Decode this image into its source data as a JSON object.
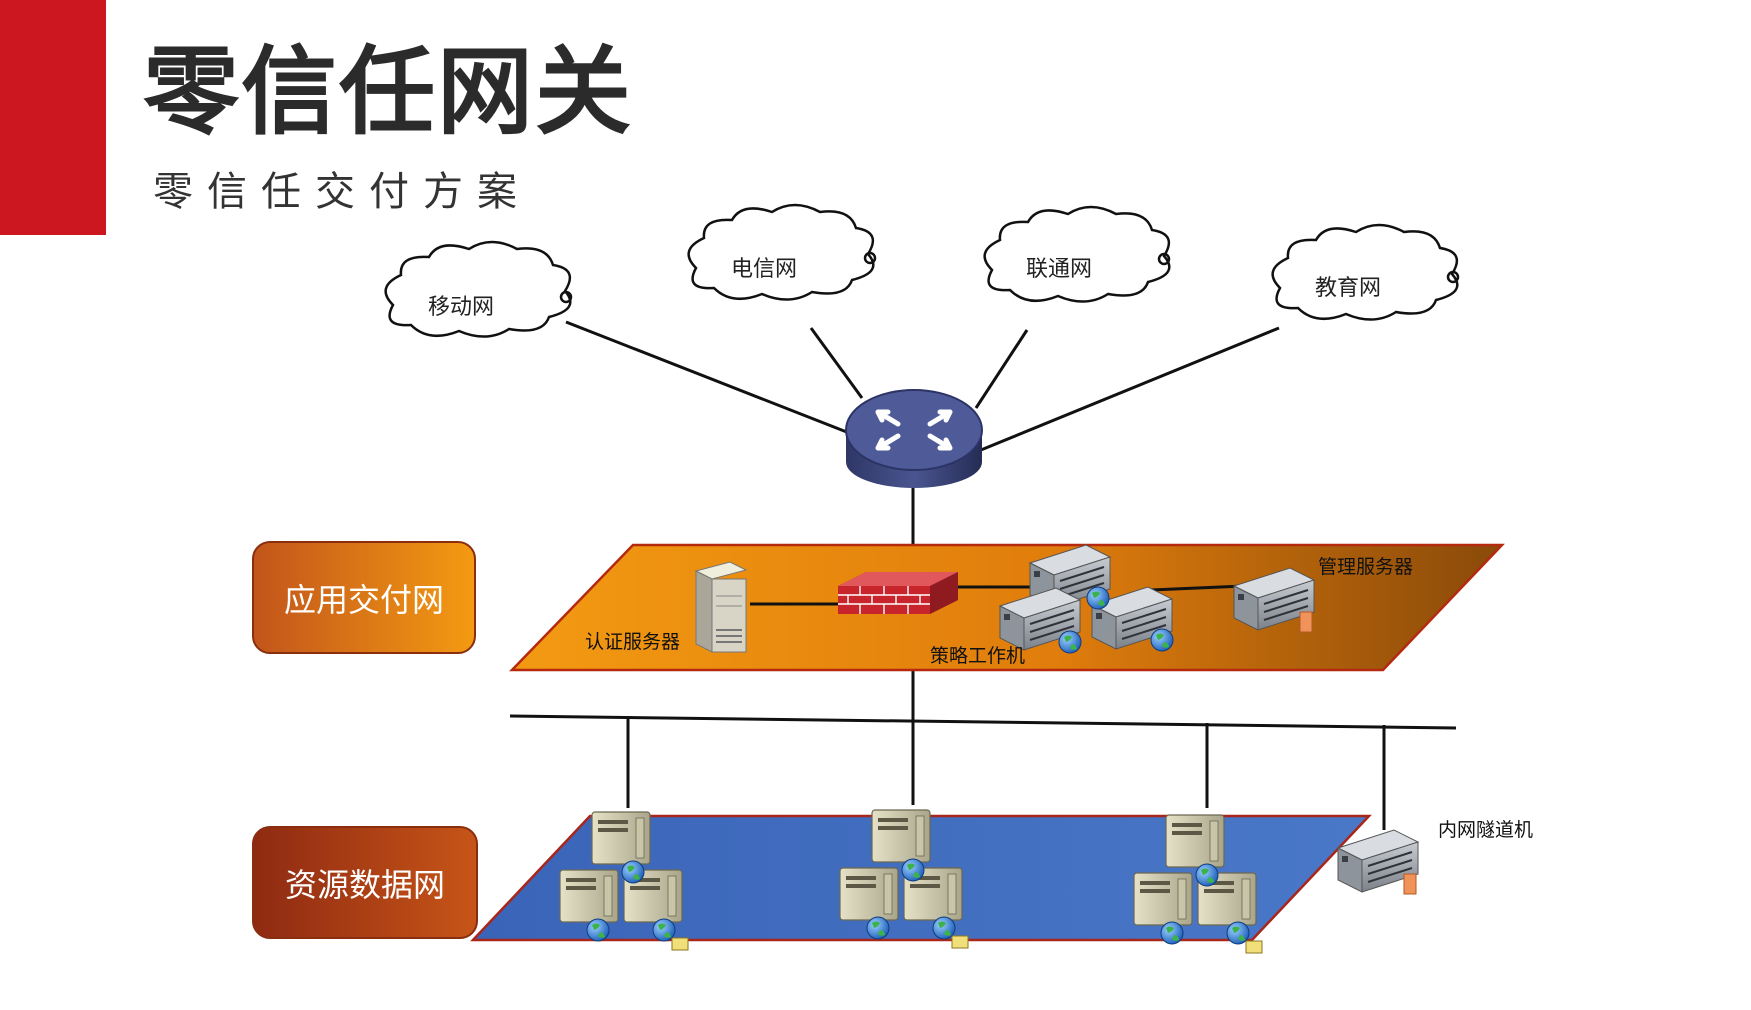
{
  "header": {
    "title": "零信任网关",
    "subtitle": "零信任交付方案"
  },
  "colors": {
    "accent": "#cc1720",
    "app_layer": "#ee8a10",
    "resource_layer": "#4472c4",
    "router": "#3e4a80"
  },
  "clouds": {
    "mobile": "移动网",
    "telecom": "电信网",
    "unicom": "联通网",
    "education": "教育网"
  },
  "layers": {
    "app": {
      "label": "应用交付网",
      "auth_server": "认证服务器",
      "policy_workstation": "策略工作机",
      "mgmt_server": "管理服务器"
    },
    "resource": {
      "label": "资源数据网",
      "tunnel": "内网隧道机"
    }
  },
  "icons": [
    "cloud-icon",
    "router-icon",
    "firewall-icon",
    "server-icon",
    "rack-server-icon",
    "globe-icon"
  ]
}
